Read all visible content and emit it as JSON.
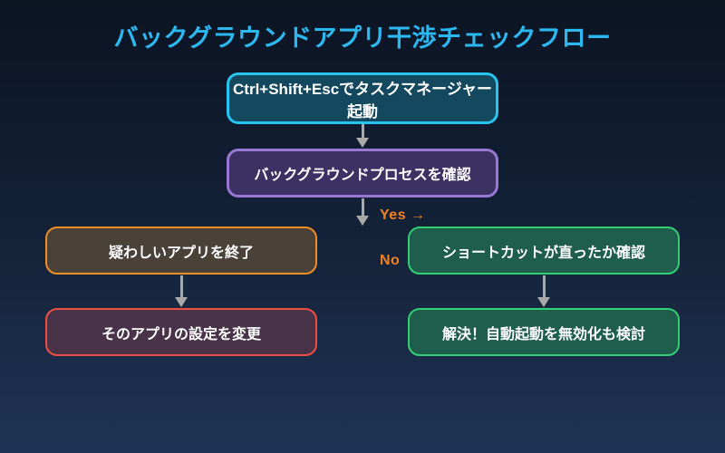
{
  "title": {
    "text": "バックグラウンドアプリ干渉チェックフロー",
    "color": "#2cb9f2"
  },
  "nodes": {
    "start": {
      "label": "Ctrl+Shift+Escでタスクマネージャー起動",
      "border": "#27c3f1",
      "fill": "#13485e"
    },
    "check": {
      "label": "バックグラウンドプロセスを確認",
      "border": "#9a77d2",
      "fill": "#3b3162"
    },
    "kill": {
      "label": "疑わしいアプリを終了",
      "border": "#ef8e26",
      "fill": "#4a4139"
    },
    "settings": {
      "label": "そのアプリの設定を変更",
      "border": "#ee4f41",
      "fill": "#483349"
    },
    "verify": {
      "label": "ショートカットが直ったか確認",
      "border": "#32ce74",
      "fill": "#1f5d4d"
    },
    "solved": {
      "label": "解決！自動起動を無効化も検討",
      "border": "#32ce74",
      "fill": "#1f5d4d"
    }
  },
  "edges": {
    "yes_label": "Yes →",
    "no_label": "No →",
    "label_color": "#f28220",
    "arrow_color": "#a9a9a9"
  }
}
